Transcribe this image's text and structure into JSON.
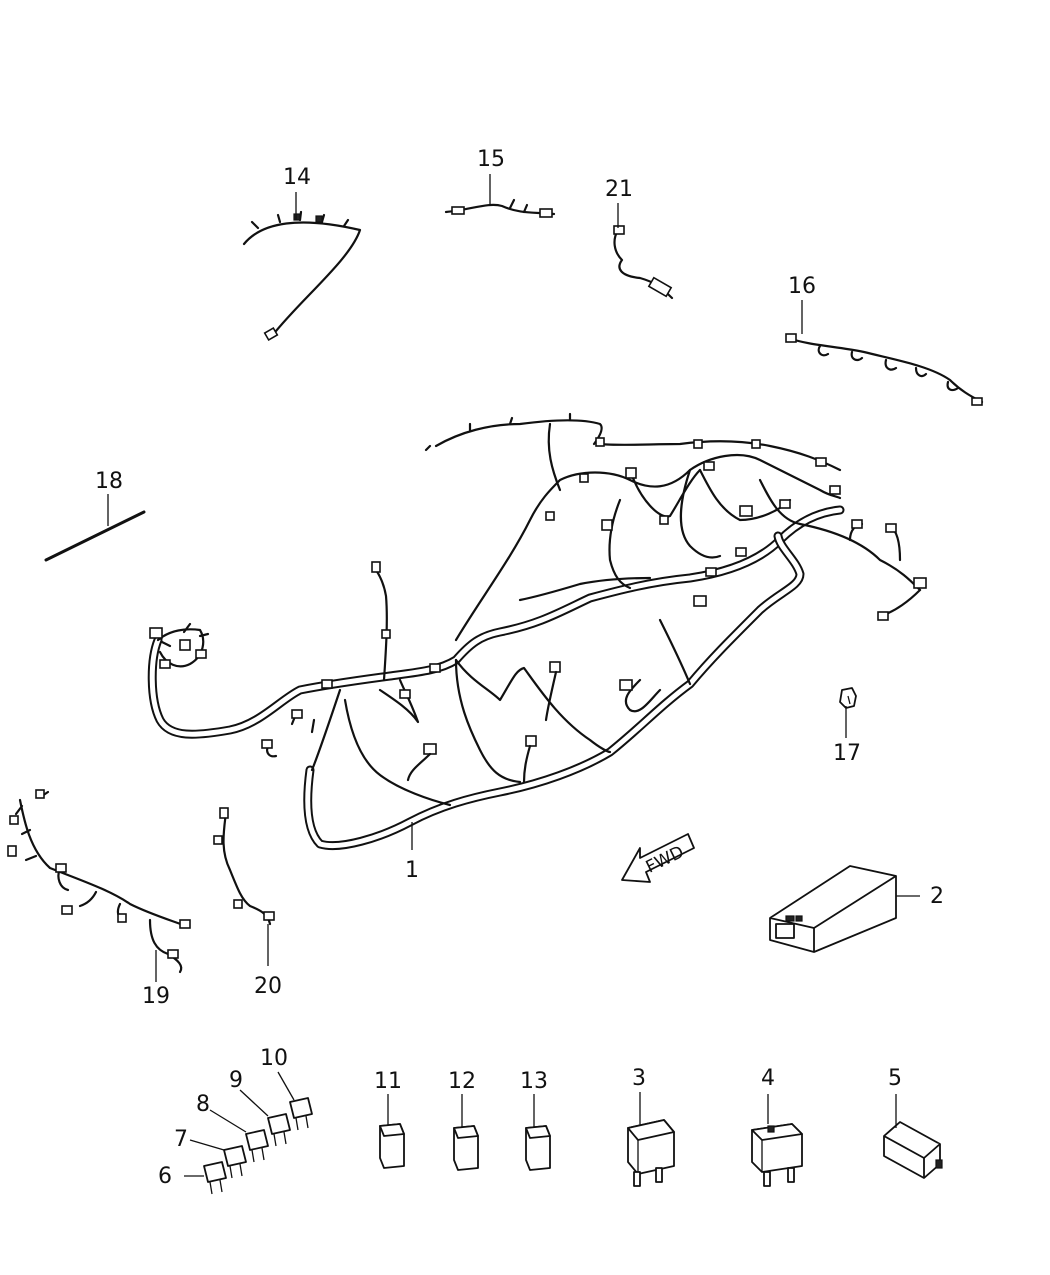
{
  "callouts": {
    "c1": "1",
    "c2": "2",
    "c3": "3",
    "c4": "4",
    "c5": "5",
    "c6": "6",
    "c7": "7",
    "c8": "8",
    "c9": "9",
    "c10": "10",
    "c11": "11",
    "c12": "12",
    "c13": "13",
    "c14": "14",
    "c15": "15",
    "c16": "16",
    "c17": "17",
    "c18": "18",
    "c19": "19",
    "c20": "20",
    "c21": "21"
  },
  "direction_arrow": {
    "label": "FWD"
  },
  "colors": {
    "line": "#111111",
    "background": "#ffffff"
  }
}
